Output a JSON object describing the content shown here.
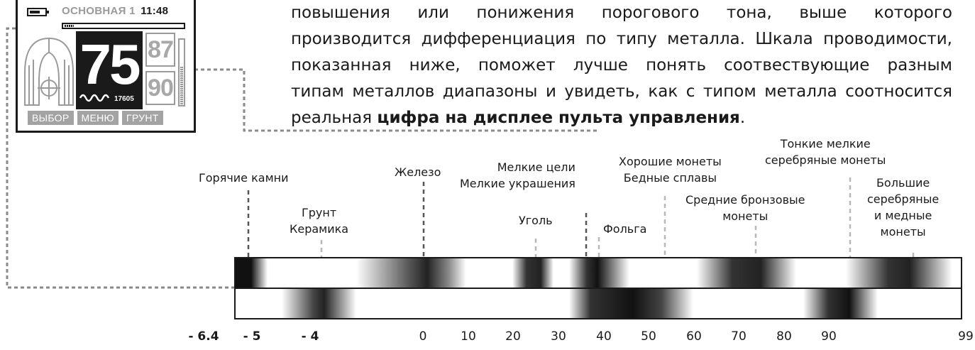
{
  "device": {
    "mode": "ОСНОВНАЯ 1",
    "time": "11:48",
    "battery_level": 0.7,
    "sensitivity_level": 0.08,
    "depth_level": 0.6,
    "main_number": "75",
    "small_number": "17605",
    "upper_number": "87",
    "lower_number": "90",
    "menu": [
      "ВЫБОР",
      "МЕНЮ",
      "ГРУНТ"
    ],
    "icons": [
      "battery-icon",
      "target-coil-icon",
      "wave-icon"
    ]
  },
  "paragraph": {
    "line1": "повышения или понижения порогового тона, выше которого",
    "line2": "производится дифференциация по типу металла. Шкала проводимости,",
    "line3": "показанная ниже, поможет лучше понять соотвествующие разным",
    "line4": "типам металлов диапазоны и увидеть, как с типом металла соотносится",
    "line5_prefix": "реальная ",
    "line5_bold": "цифра на дисплее пульта управления",
    "line5_suffix": "."
  },
  "labels": {
    "hot_rocks": "Горячие камни",
    "ground": "Грунт",
    "ceramics": "Керамика",
    "iron": "Железо",
    "small_targets": "Мелкие цели",
    "small_jewelry": "Мелкие украшения",
    "coal": "Уголь",
    "foil": "Фольга",
    "good_coins": "Хорошие монеты",
    "poor_alloys": "Бедные сплавы",
    "bronze1": "Средние бронзовые",
    "bronze2": "монеты",
    "thin1": "Тонкие мелкие",
    "thin2": "серебряные монеты",
    "big1": "Большие",
    "big2": "серебряные",
    "big3": "и медные",
    "big4": "монеты"
  },
  "scale": {
    "ticks": [
      "- 6.4",
      "- 5",
      "- 4",
      "0",
      "10",
      "20",
      "30",
      "40",
      "50",
      "60",
      "70",
      "80",
      "90",
      "99"
    ],
    "colors": {
      "line": "#1a1a1a",
      "dash_grey": "#8a8a8a",
      "dash_light": "#b8b8b8"
    }
  }
}
